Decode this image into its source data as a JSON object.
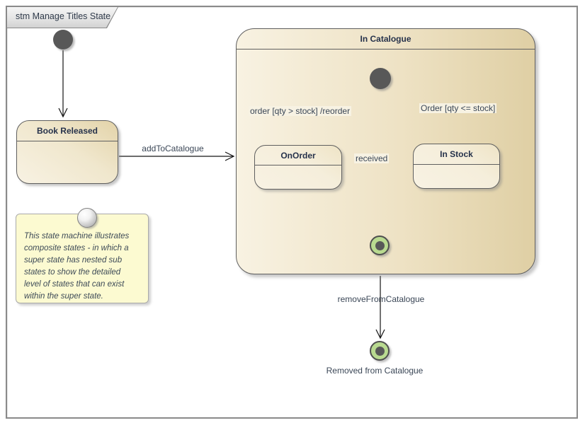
{
  "frame": {
    "label": "stm Manage Titles State"
  },
  "states": {
    "book_released": {
      "title": "Book Released"
    },
    "in_catalogue": {
      "title": "In Catalogue"
    },
    "on_order": {
      "title": "OnOrder"
    },
    "in_stock": {
      "title": "In Stock"
    }
  },
  "transitions": {
    "add_to_catalogue": "addToCatalogue",
    "order_reorder": "order [qty > stock] /reorder",
    "order_instock": "Order [qty <= stock]",
    "received": "received",
    "remove_from_catalogue": "removeFromCatalogue"
  },
  "final_state_label": "Removed from Catalogue",
  "note": {
    "lines": [
      "This state machine illustrates",
      "composite states - in which a",
      "super state has nested sub",
      "states to show the detailed",
      "level of states that can exist",
      "within the super state."
    ]
  },
  "colors": {
    "state_fill_tan": "#e3d3a9",
    "state_fill_cream": "#f8f2e3",
    "state_border": "#5f5f5f",
    "final_green": "#b9da90",
    "node_gray": "#585858",
    "note_bg": "#fcfad1",
    "title_text": "#26324b",
    "label_text": "#3a4656"
  }
}
